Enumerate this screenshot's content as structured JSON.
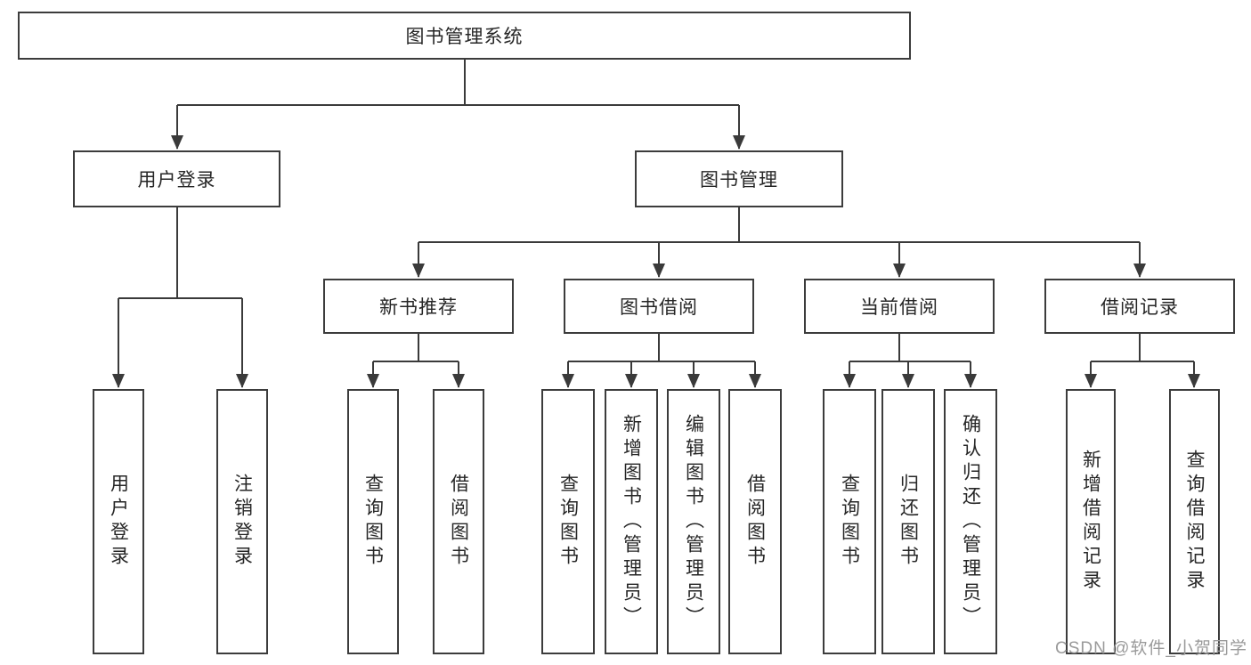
{
  "diagram_title": "图书管理系统",
  "nodes": {
    "root": "图书管理系统",
    "user_login": "用户登录",
    "book_management": "图书管理",
    "new_book_recommend": "新书推荐",
    "book_borrow": "图书借阅",
    "current_borrow": "当前借阅",
    "borrow_record": "借阅记录",
    "leaf_user_login": "用户登录",
    "leaf_logout": "注销登录",
    "leaf_query_book_rec": "查询图书",
    "leaf_borrow_book_rec": "借阅图书",
    "leaf_query_book_borrow": "查询图书",
    "leaf_add_book_admin": "新增图书（管理员）",
    "leaf_edit_book_admin": "编辑图书（管理员）",
    "leaf_borrow_book": "借阅图书",
    "leaf_query_book_current": "查询图书",
    "leaf_return_book": "归还图书",
    "leaf_confirm_return_admin": "确认归还（管理员）",
    "leaf_add_borrow_record": "新增借阅记录",
    "leaf_query_borrow_record": "查询借阅记录"
  },
  "watermark": "CSDN @软件_小贺同学",
  "colors": {
    "line": "#3a3a3a",
    "box_border": "#3c3c3c",
    "text": "#262626",
    "watermark_text": "#9a9a9a",
    "background": "#ffffff"
  }
}
